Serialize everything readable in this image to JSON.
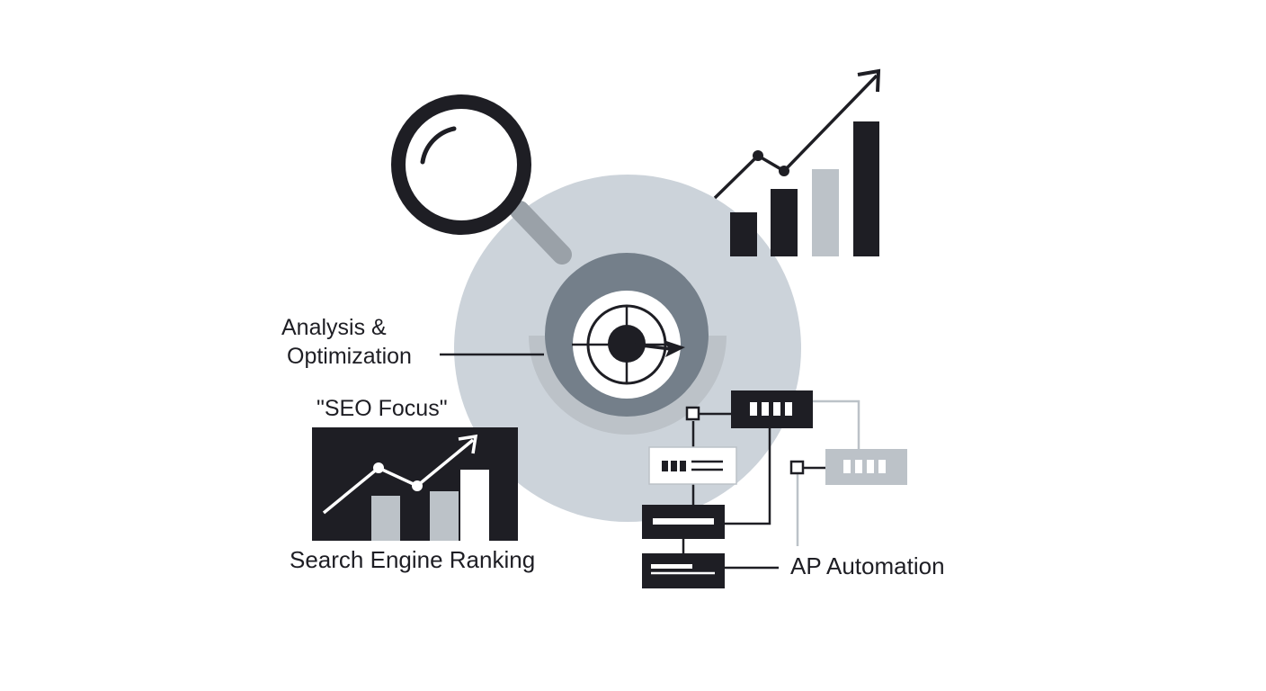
{
  "labels": {
    "analysis_line1": "Analysis &",
    "analysis_line2": "Optimization",
    "seo_focus": "\"SEO Focus\"",
    "search_ranking": "Search Engine Ranking",
    "ap_automation": "AP Automation"
  },
  "icons": [
    "magnifying-glass-icon",
    "growth-chart-icon",
    "target-icon",
    "ranking-chart-icon",
    "automation-flow-icon"
  ],
  "colors": {
    "dark": "#1e1e24",
    "mid_gray": "#747f8a",
    "light_gray": "#bcc2c8",
    "pale_gray": "#ccd3da",
    "background": "#ffffff"
  }
}
